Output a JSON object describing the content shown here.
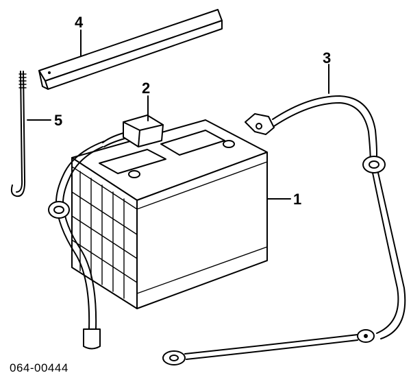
{
  "diagram": {
    "reference_number": "064-00444",
    "callouts": [
      {
        "id": "1",
        "label": "1"
      },
      {
        "id": "2",
        "label": "2"
      },
      {
        "id": "3",
        "label": "3"
      },
      {
        "id": "4",
        "label": "4"
      },
      {
        "id": "5",
        "label": "5"
      }
    ]
  }
}
